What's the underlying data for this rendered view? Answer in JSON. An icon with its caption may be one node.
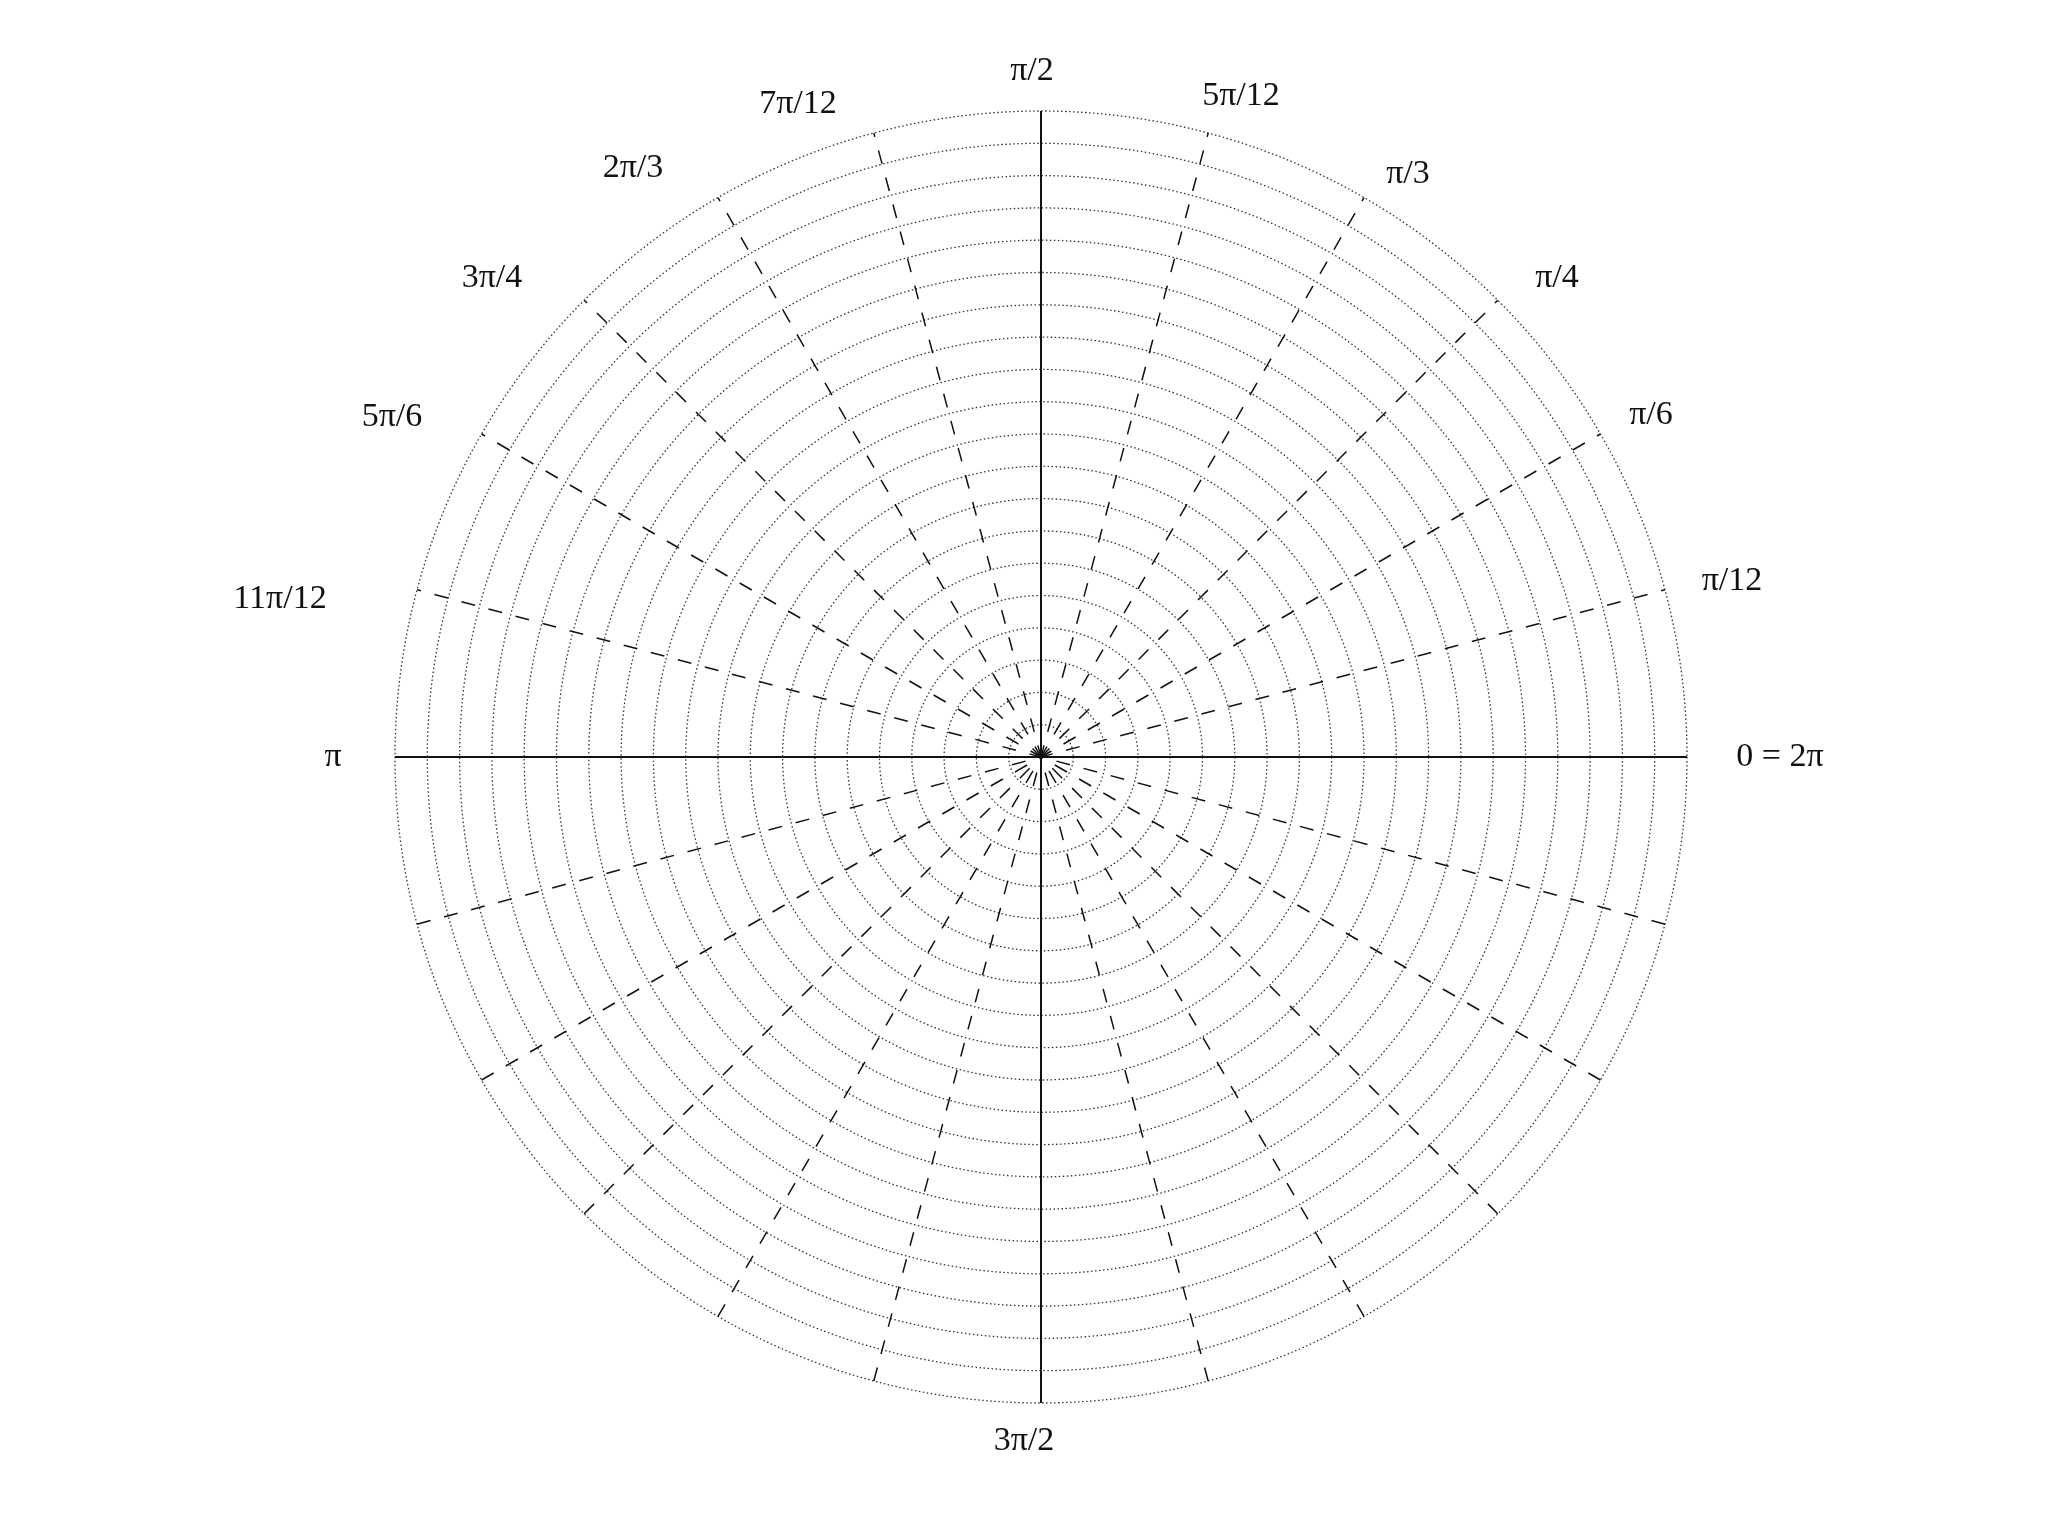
{
  "diagram": {
    "labels": [
      "π/2",
      "7π/12",
      "5π/12",
      "2π/3",
      "π/3",
      "3π/4",
      "π/4",
      "5π/6",
      "π/6",
      "π/12",
      "11π/12",
      "π",
      "0 = 2π",
      "3π/2"
    ]
  }
}
